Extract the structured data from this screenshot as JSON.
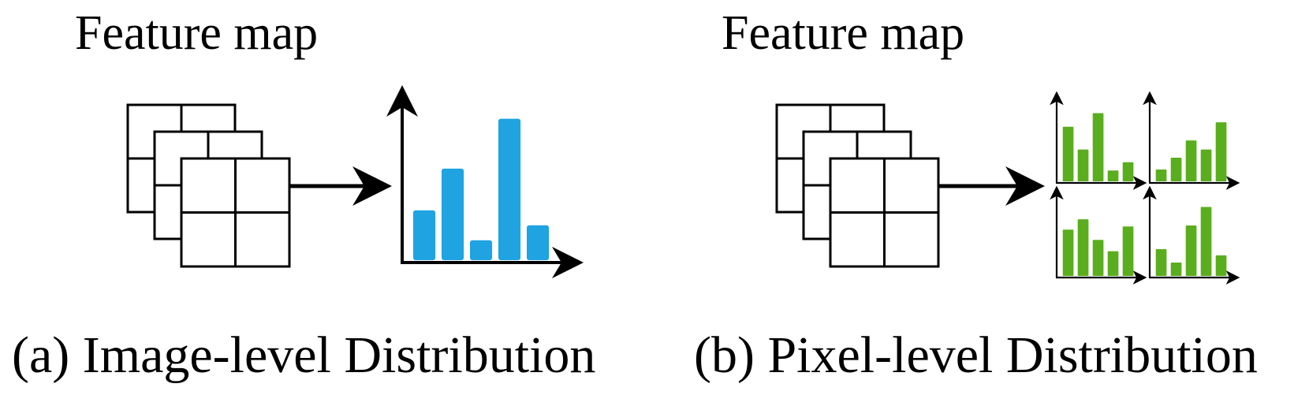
{
  "panel_a": {
    "title": "Feature map",
    "caption": "(a) Image-level Distribution",
    "histogram": {
      "values": [
        3,
        5.5,
        1.2,
        8.5,
        2.1
      ],
      "max": 9,
      "color": "#1FA3E1"
    }
  },
  "panel_b": {
    "title": "Feature map",
    "caption": "(b) Pixel-level Distribution",
    "color": "#5AAE1E",
    "histograms": [
      {
        "values": [
          6,
          3.5,
          7.5,
          1.2,
          2.1
        ],
        "max": 8.5
      },
      {
        "values": [
          1.3,
          2.6,
          4.5,
          3.5,
          6.5
        ],
        "max": 8.5
      },
      {
        "values": [
          4.5,
          5.5,
          3.5,
          2.4,
          4.8
        ],
        "max": 7.5
      },
      {
        "values": [
          2.6,
          1.3,
          4.9,
          6.7,
          2.0
        ],
        "max": 7.5
      }
    ]
  }
}
